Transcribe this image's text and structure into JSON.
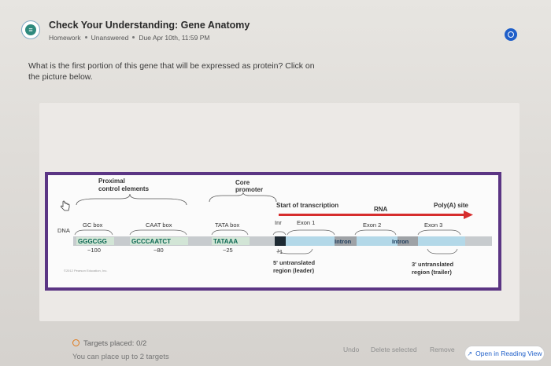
{
  "header": {
    "title": "Check Your Understanding: Gene Anatomy",
    "type": "Homework",
    "status": "Unanswered",
    "due": "Due Apr 10th, 11:59 PM"
  },
  "question": "What is the first portion of this gene that will be expressed as protein? Click on the picture below.",
  "figure": {
    "proximal": [
      "Proximal",
      "control elements"
    ],
    "core": [
      "Core",
      "promoter"
    ],
    "dna": "DNA",
    "gc_box": "GC box",
    "caat_box": "CAAT box",
    "tata_box": "TATA box",
    "start": "Start of transcription",
    "rna": "RNA",
    "polya": "Poly(A) site",
    "inr": "Inr",
    "exon1": "Exon 1",
    "exon2": "Exon 2",
    "exon3": "Exon 3",
    "intron": "Intron",
    "gc_seq": "GGGCGG",
    "caat_seq": "GCCCAATCT",
    "tata_seq": "TATAAA",
    "pos1": "−100",
    "pos2": "−80",
    "pos3": "−25",
    "plus1": "+1",
    "utr5": [
      "5' untranslated",
      "region (leader)"
    ],
    "utr3": [
      "3' untranslated",
      "region (trailer)"
    ],
    "copyright": "©2012 Pearson Education, Inc."
  },
  "bottom": {
    "targets": "Targets placed: 0/2",
    "limit": "You can place up to 2 targets",
    "undo": "Undo",
    "delete": "Delete selected",
    "remove": "Remove",
    "reading": "Open in Reading View"
  },
  "colors": {
    "frame": "#5b3584",
    "arrow": "#d62d2d",
    "seq_text": "#0f6a55",
    "seq_box": "#d2e5d6",
    "exon": "#b3d8e8",
    "intron_gray": "#9ea2a6"
  }
}
